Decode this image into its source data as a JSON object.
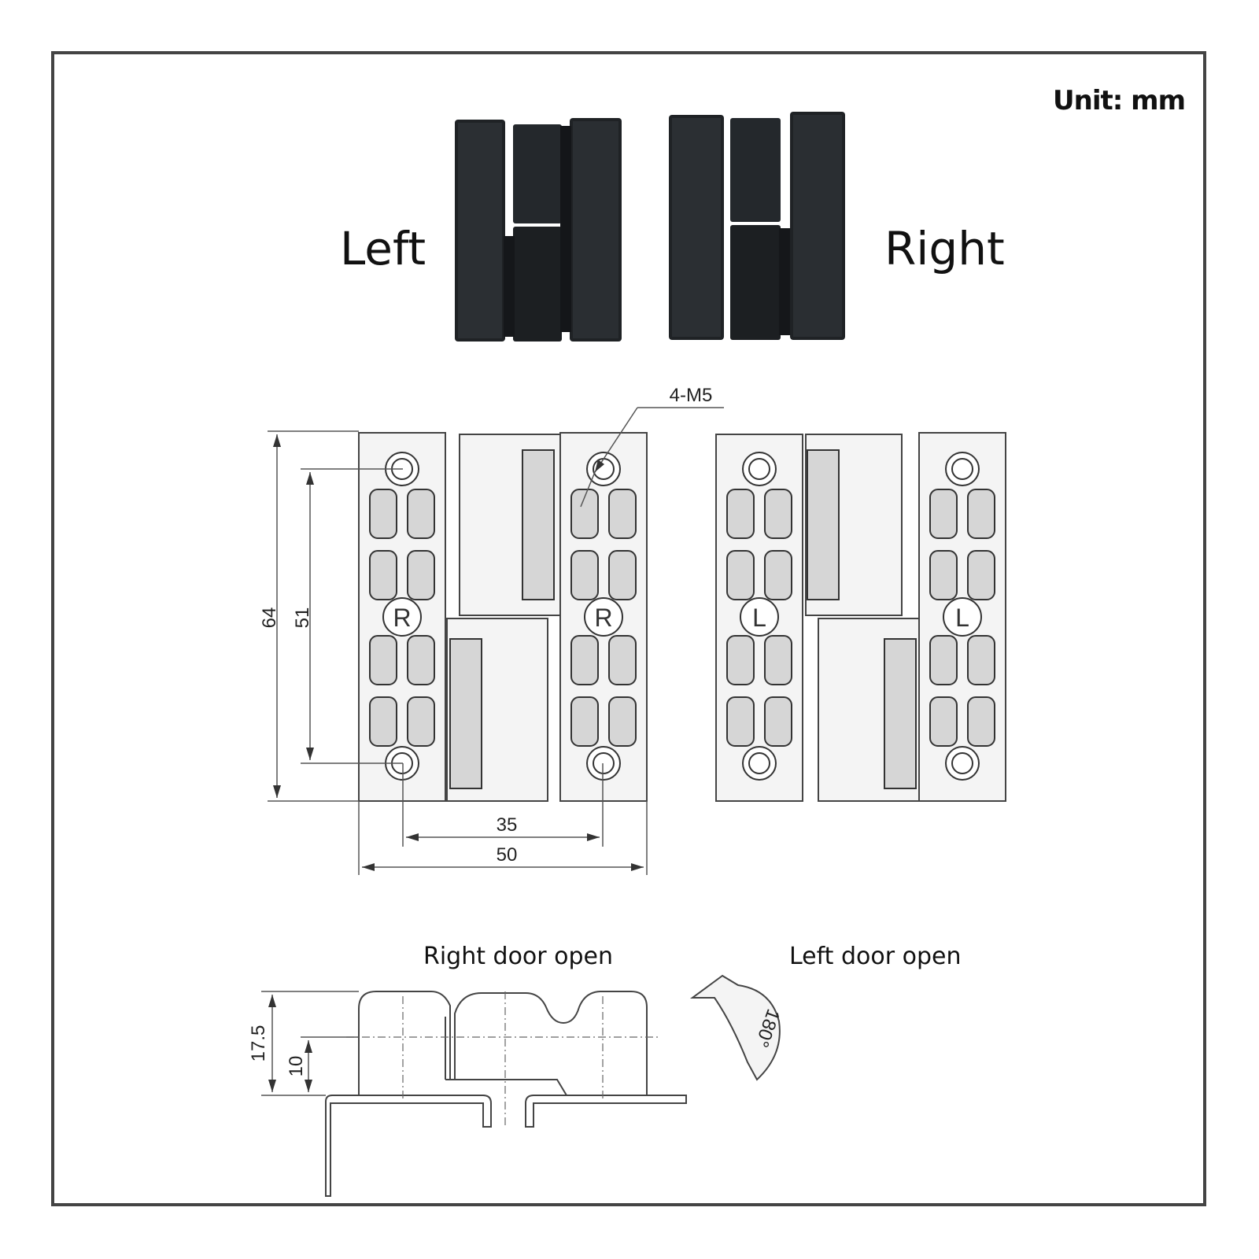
{
  "unit_label": "Unit: mm",
  "photo_labels": {
    "left": "Left",
    "right": "Right"
  },
  "dimensions": {
    "height_total": "64",
    "hole_spacing_vertical": "51",
    "hole_spacing_horizontal": "35",
    "width_total": "50",
    "thread_callout": "4-M5",
    "depth_total": "17.5",
    "depth_base": "10",
    "rotation": "180°"
  },
  "plate_marks": {
    "left_hinge_left_plate": "R",
    "left_hinge_right_plate": "R",
    "right_hinge_left_plate": "L",
    "right_hinge_right_plate": "L"
  },
  "door_labels": {
    "right": "Right door open",
    "left": "Left door open"
  },
  "colors": {
    "frame": "#444444",
    "hinge_black": "#1f2225",
    "line": "#444444"
  }
}
